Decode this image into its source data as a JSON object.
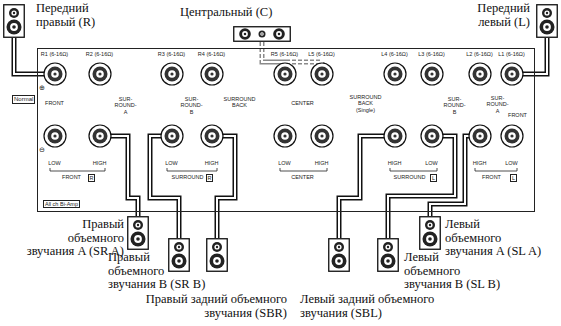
{
  "diagram": {
    "nodes": [
      {
        "text": [
          "Передний правый (R)"
        ]
      },
      {
        "text": [
          "Центральный (C)"
        ]
      },
      {
        "text": [
          "Передний левый (L)"
        ]
      },
      {
        "text": [
          "R1 (6-16Ω)",
          "R2 (6-16Ω)",
          "R3 (6-16Ω)",
          "R4 (6-16Ω)",
          "R5 (6-16Ω)",
          "L5 (6-16Ω)",
          "L4 (6-16Ω)",
          "L3 (6-16Ω)",
          "L2 (6-16Ω)",
          "L1 (6-16Ω)",
          "⊕",
          "⊖",
          "FRONT",
          "SUR-ROUND-A",
          "SUR-ROUND-B",
          "SURROUND BACK",
          "CENTER",
          "SURROUND BACK (Single)",
          "SUR-ROUND-B",
          "SUR-ROUND-A",
          "FRONT",
          "LOW",
          "HIGH",
          "LOW",
          "HIGH",
          "LOW",
          "HIGH",
          "HIGH",
          "LOW",
          "HIGH",
          "LOW",
          "FRONT",
          "R",
          "SURROUND",
          "R",
          "CENTER",
          "SURROUND",
          "L",
          "FRONT",
          "L",
          "All ch Bi-Amp"
        ]
      },
      {
        "text": [
          "Правый объемного звучания A (SR A)"
        ]
      },
      {
        "text": [
          "Правый объемного звучания B (SR B)"
        ]
      },
      {
        "text": [
          "Правый задний объемного звучания (SBR)"
        ]
      },
      {
        "text": [
          "Левый задний объемного звучания (SBL)"
        ]
      },
      {
        "text": [
          "Левый объемного звучания B (SL B)"
        ]
      },
      {
        "text": [
          "Левый объемного звучания A (SL A)"
        ]
      }
    ],
    "edges": [
      {
        "from": 0,
        "to": 3,
        "arrow": "none"
      },
      {
        "from": 1,
        "to": 3,
        "arrow": "none"
      },
      {
        "from": 2,
        "to": 3,
        "arrow": "none"
      },
      {
        "from": 4,
        "to": 3,
        "arrow": "none"
      },
      {
        "from": 5,
        "to": 3,
        "arrow": "none"
      },
      {
        "from": 6,
        "to": 3,
        "arrow": "none"
      },
      {
        "from": 7,
        "to": 3,
        "arrow": "none"
      },
      {
        "from": 8,
        "to": 3,
        "arrow": "none"
      },
      {
        "from": 9,
        "to": 3,
        "arrow": "none"
      }
    ],
    "labels": [
      "Normal"
    ]
  }
}
